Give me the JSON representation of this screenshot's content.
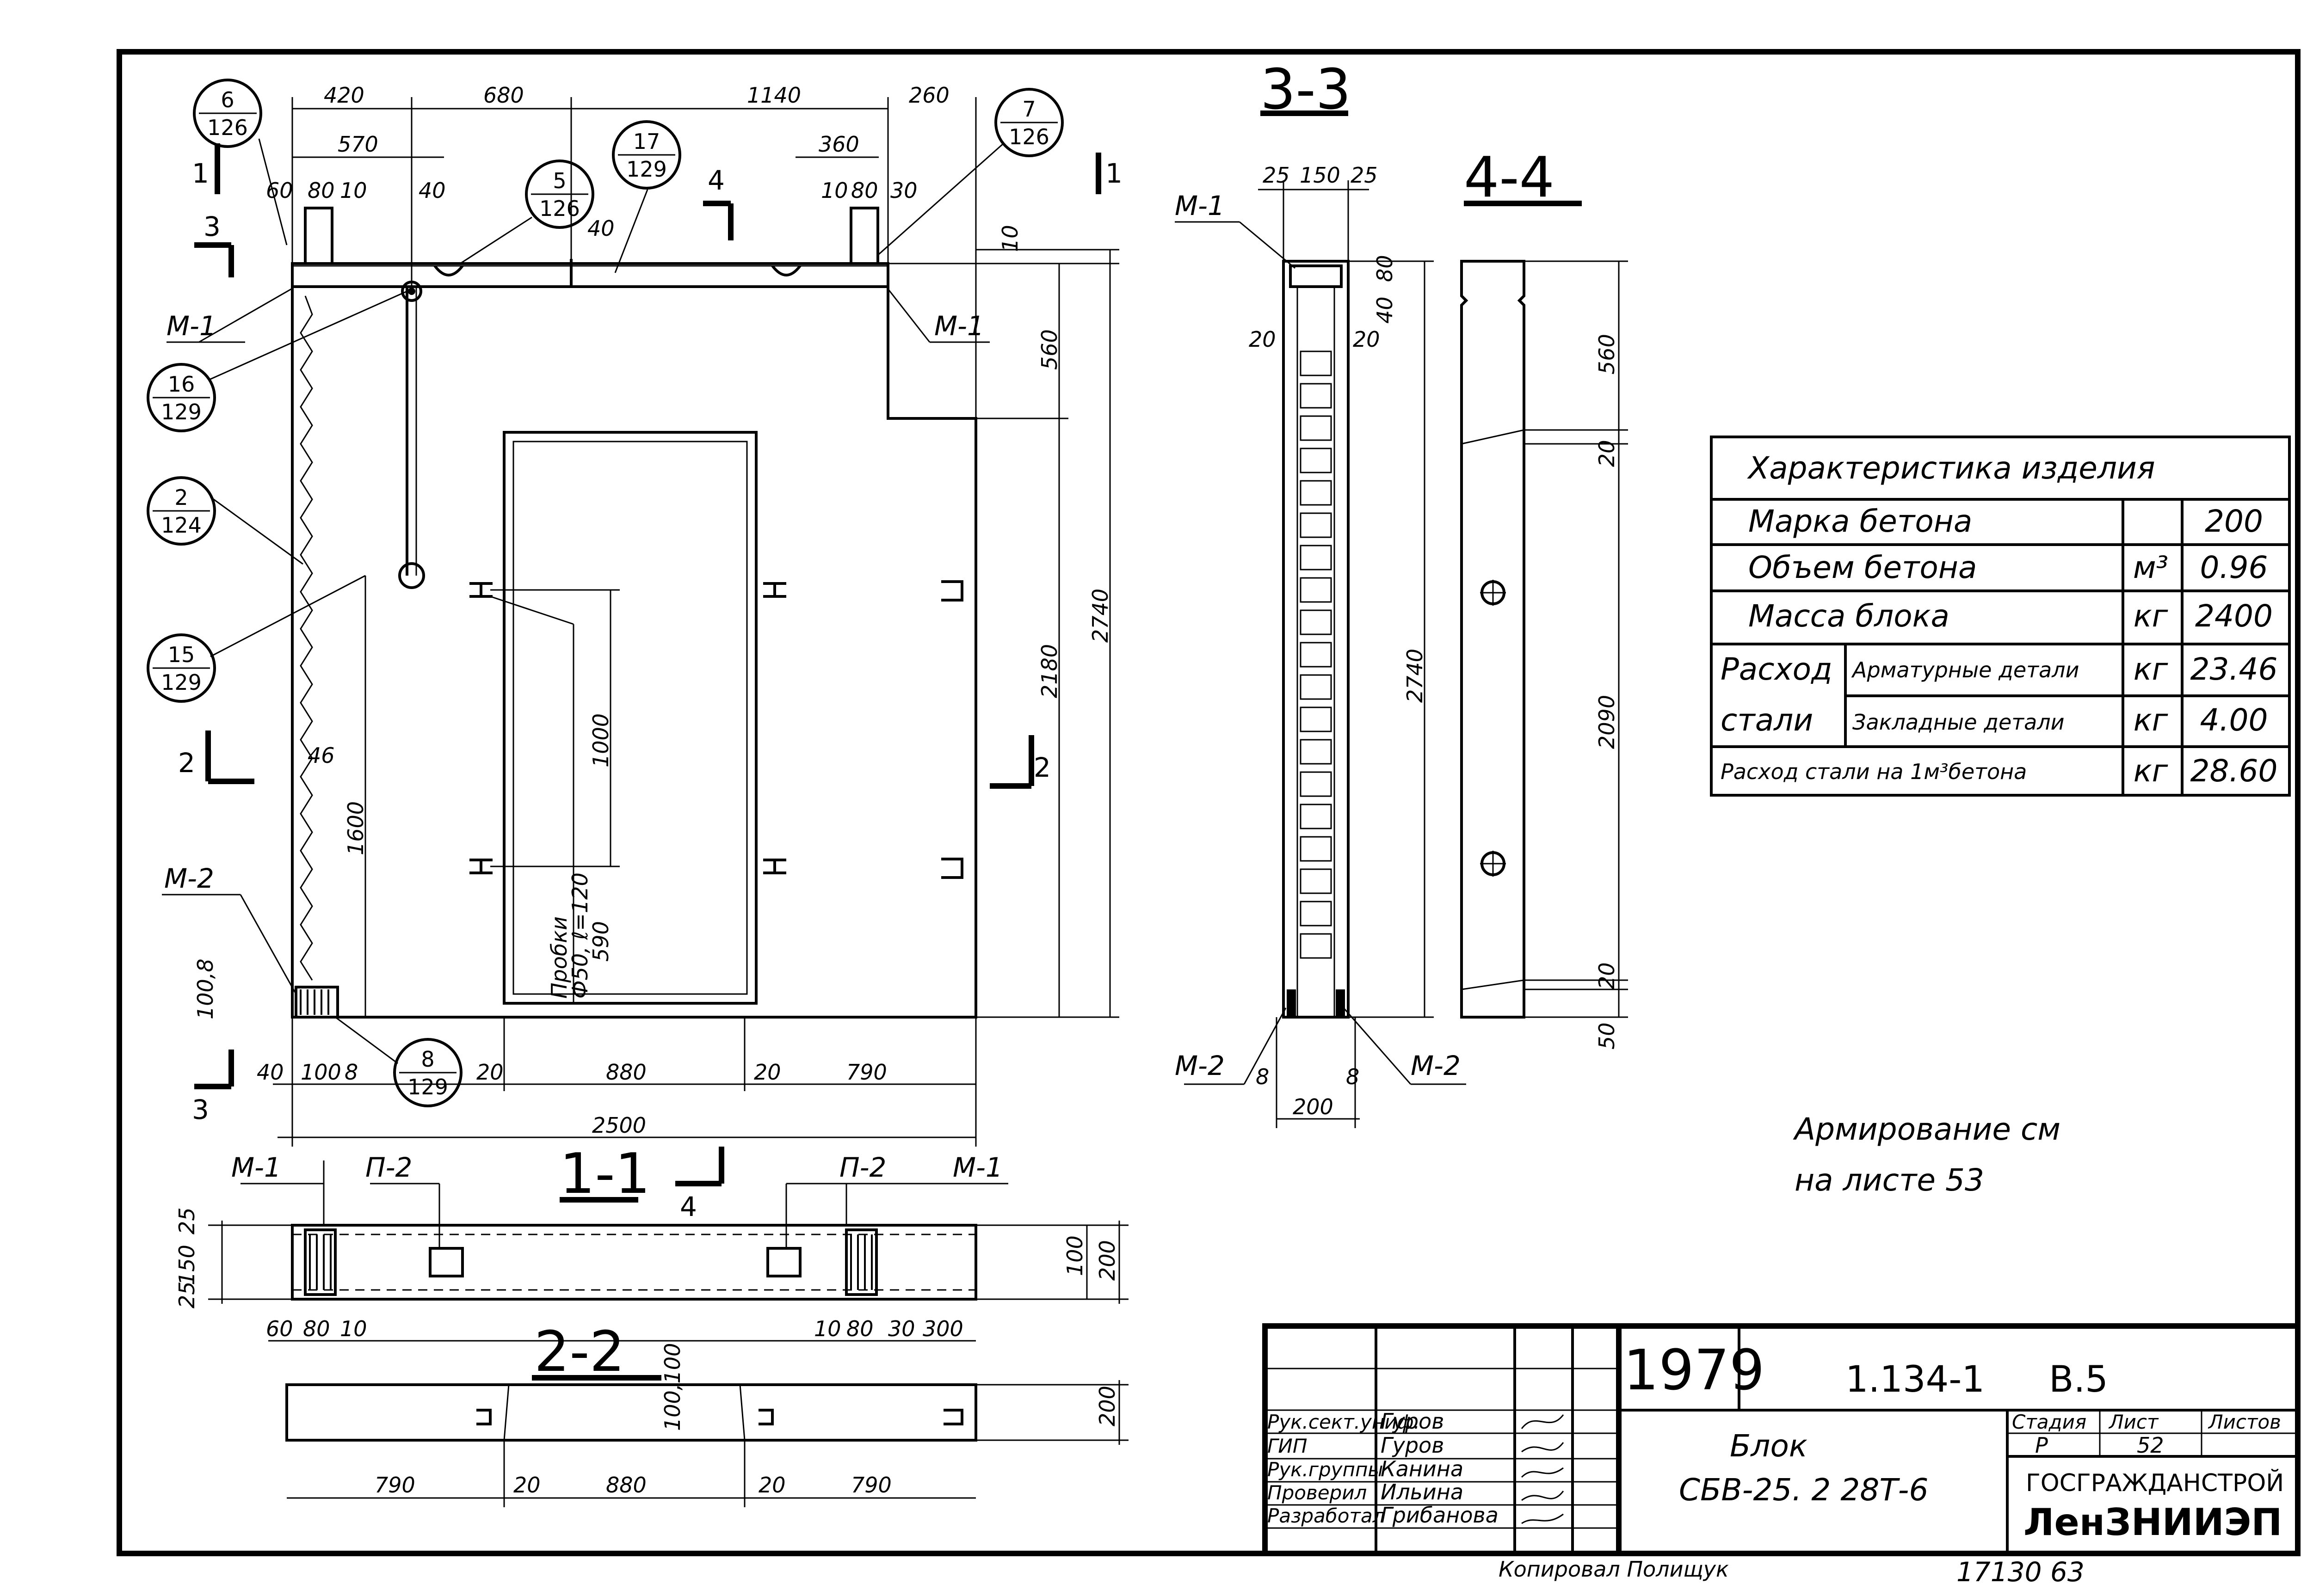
{
  "drawing": {
    "top_dims": [
      "420",
      "680",
      "1140",
      "260"
    ],
    "dim_570": "570",
    "dim_360": "360",
    "small_left": [
      "60",
      "80",
      "10",
      "40"
    ],
    "small_right": [
      "10",
      "80",
      "30"
    ],
    "dim_40": "40",
    "dim_10": "10",
    "dim_46": "46",
    "right_dims": [
      "560",
      "2180",
      "2740"
    ],
    "dim_1000": "1000",
    "dim_1600": "1600",
    "dim_100_8": "100,8",
    "bottom_dims": [
      "40",
      "100",
      "8",
      "20",
      "880",
      "20",
      "790"
    ],
    "overall_width": "2500",
    "probki": "Пробки",
    "probki_spec": "Ф50, ℓ=120",
    "probki_590": "590",
    "marks": {
      "m1": "М-1",
      "m2": "М-2",
      "p2": "П-2"
    },
    "callouts": [
      {
        "top": "6",
        "bottom": "126"
      },
      {
        "top": "5",
        "bottom": "126"
      },
      {
        "top": "17",
        "bottom": "129"
      },
      {
        "top": "7",
        "bottom": "126"
      },
      {
        "top": "16",
        "bottom": "129"
      },
      {
        "top": "2",
        "bottom": "124"
      },
      {
        "top": "15",
        "bottom": "129"
      },
      {
        "top": "8",
        "bottom": "129"
      }
    ],
    "section_marks": {
      "s1": "1",
      "s2": "2",
      "s3": "3",
      "s4": "4"
    }
  },
  "section_11": {
    "title": "1-1",
    "left_dims": [
      "25",
      "150",
      "25"
    ],
    "bottom_left": [
      "60",
      "80",
      "10"
    ],
    "bottom_right": [
      "10",
      "80",
      "30",
      "300"
    ],
    "right_dims": [
      "100",
      "200"
    ]
  },
  "section_22": {
    "title": "2-2",
    "bottom_dims": [
      "790",
      "20",
      "880",
      "20",
      "790"
    ],
    "mid_dim": "100,100",
    "right_dim": "200"
  },
  "section_33": {
    "title": "3-3",
    "top_dims": [
      "25",
      "150",
      "25"
    ],
    "side_dims": [
      "80",
      "40",
      "20",
      "20"
    ],
    "height": "2740",
    "bottom_dims": [
      "8",
      "8"
    ],
    "width": "200"
  },
  "section_44": {
    "title": "4-4",
    "dims": [
      "560",
      "20",
      "2090",
      "20",
      "50"
    ]
  },
  "characteristics": {
    "title": "Характеристика изделия",
    "rows": [
      {
        "label": "Марка бетона",
        "unit": "",
        "value": "200"
      },
      {
        "label": "Объем бетона",
        "unit": "м³",
        "value": "0.96"
      },
      {
        "label": "Масса блока",
        "unit": "кг",
        "value": "2400"
      }
    ],
    "steel_label_1": "Расход",
    "steel_label_2": "стали",
    "steel_rows": [
      {
        "label": "Арматурные детали",
        "unit": "кг",
        "value": "23.46"
      },
      {
        "label": "Закладные детали",
        "unit": "кг",
        "value": "4.00"
      }
    ],
    "per_m3": {
      "label": "Расход стали на 1м³бетона",
      "unit": "кг",
      "value": "28.60"
    }
  },
  "note": {
    "line1": "Армирование  см",
    "line2": "на листе  53"
  },
  "title_block": {
    "year": "1979",
    "series": "1.134-1",
    "issue": "В.5",
    "roles": [
      "Рук.сект.униф.",
      "ГИП",
      "Рук.группы",
      "Проверил",
      "Разработал"
    ],
    "names": [
      "Гуров",
      "Гуров",
      "Канина",
      "Ильина",
      "Грибанова"
    ],
    "name": "Блок",
    "code": "СБВ-25. 2 28Т-6",
    "stage_hdr": "Стадия",
    "sheet_hdr": "Лист",
    "sheets_hdr": "Листов",
    "stage": "Р",
    "sheet": "52",
    "org1": "ГОСГРАЖДАНСТРОЙ",
    "org2": "ЛенЗНИИЭП",
    "copied": "Копировал Полищук",
    "inventory": "17130  63"
  }
}
